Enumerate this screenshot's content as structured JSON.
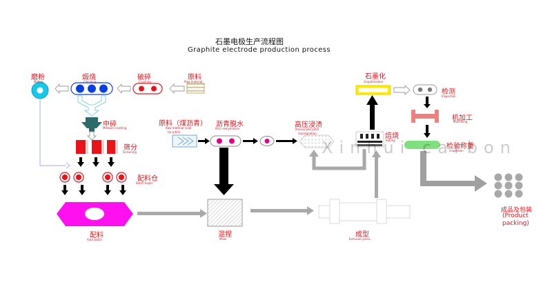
{
  "title": {
    "zh": "石墨电极生产流程图",
    "en": "Graphite electrode production process"
  },
  "watermark": "Xinhui carbon",
  "steps": {
    "milling": {
      "zh": "磨粉",
      "en": "Milling"
    },
    "calcining": {
      "zh": "煅烧",
      "en": "Calcining"
    },
    "crushing": {
      "zh": "破碎",
      "en": "Crushing"
    },
    "raw_material": {
      "zh": "原料",
      "en": "Raw material"
    },
    "medium_crushing": {
      "zh": "中碎",
      "en": "Medium crushing"
    },
    "screening": {
      "zh": "筛分",
      "en": "Screening"
    },
    "batch_hopper": {
      "zh": "配料仓",
      "en": "Batch hoper"
    },
    "auto_batch": {
      "zh": "配料",
      "en": "Auto batch"
    },
    "raw_coal_tar": {
      "zh": "原料（煤沥青）",
      "en1": "Raw material (coal",
      "en2": "tar pitch)"
    },
    "pitch_dehydration": {
      "zh": "沥青脱水",
      "en": "Pitch dehydration"
    },
    "impregnation": {
      "zh": "高压浸渍",
      "en1": "Pressurized pitch",
      "en2": "impregnation"
    },
    "graphitization": {
      "zh": "石墨化",
      "en": "Graphitization"
    },
    "inspection": {
      "zh": "检测",
      "en": "Inspection"
    },
    "machining": {
      "zh": "机加工",
      "en": "Machining"
    },
    "baking": {
      "zh": "焙烧",
      "en": "Baking"
    },
    "final_inspection": {
      "zh": "检验称重",
      "en": "Inspection"
    },
    "mixer": {
      "zh": "混捏",
      "en": "Mixer"
    },
    "extrusion": {
      "zh": "成型",
      "en": "Extrusion press"
    },
    "packing": {
      "zh": "成品及包装",
      "en1": "(Product",
      "en2": "packing)"
    }
  },
  "colors": {
    "red": "#e8141c",
    "blue": "#0a3ee0",
    "cyan": "#16c8ea",
    "magenta": "#ff10ee",
    "yellow": "#ffee00",
    "green": "#7fe07f",
    "pink": "#f08080",
    "gray": "#a0a0a0"
  }
}
